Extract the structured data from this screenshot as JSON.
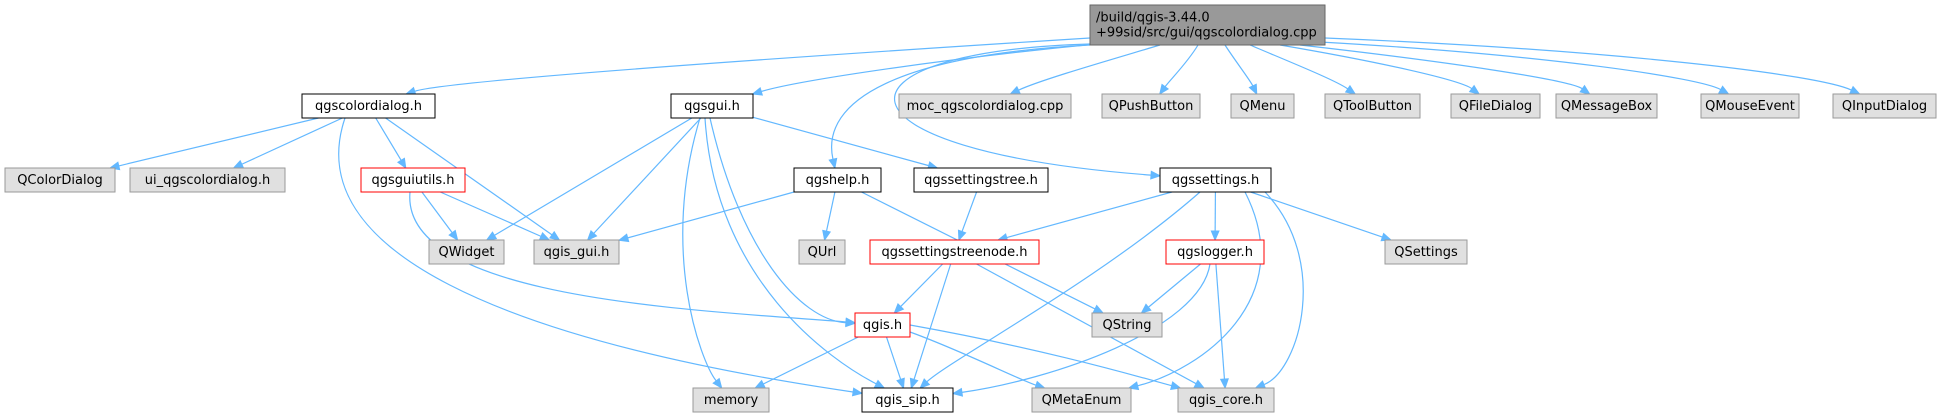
{
  "graph": {
    "root": "/build/qgis-3.44.0\n+99sid/src/gui/qgscolordialog.cpp",
    "colors": {
      "edge": "#63b8ff",
      "root_fill": "#999999",
      "normal_fill": "#ffffff",
      "normal_stroke": "#000000",
      "external_fill": "#e0e0e0",
      "external_stroke": "#999999",
      "truncated_stroke": "#ff0000"
    },
    "nodes": [
      {
        "id": "root",
        "label": "/build/qgis-3.44.0\n+99sid/src/gui/qgscolordialog.cpp",
        "kind": "root"
      },
      {
        "id": "qgscolordialog_h",
        "label": "qgscolordialog.h",
        "kind": "normal"
      },
      {
        "id": "qgsgui_h",
        "label": "qgsgui.h",
        "kind": "normal"
      },
      {
        "id": "moc_qgscolordialog_cpp",
        "label": "moc_qgscolordialog.cpp",
        "kind": "external"
      },
      {
        "id": "QPushButton",
        "label": "QPushButton",
        "kind": "external"
      },
      {
        "id": "QMenu",
        "label": "QMenu",
        "kind": "external"
      },
      {
        "id": "QToolButton",
        "label": "QToolButton",
        "kind": "external"
      },
      {
        "id": "QFileDialog",
        "label": "QFileDialog",
        "kind": "external"
      },
      {
        "id": "QMessageBox",
        "label": "QMessageBox",
        "kind": "external"
      },
      {
        "id": "QMouseEvent",
        "label": "QMouseEvent",
        "kind": "external"
      },
      {
        "id": "QInputDialog",
        "label": "QInputDialog",
        "kind": "external"
      },
      {
        "id": "QColorDialog",
        "label": "QColorDialog",
        "kind": "external"
      },
      {
        "id": "ui_qgscolordialog_h",
        "label": "ui_qgscolordialog.h",
        "kind": "external"
      },
      {
        "id": "qgsguiutils_h",
        "label": "qgsguiutils.h",
        "kind": "truncated"
      },
      {
        "id": "QWidget",
        "label": "QWidget",
        "kind": "external"
      },
      {
        "id": "qgis_gui_h",
        "label": "qgis_gui.h",
        "kind": "external"
      },
      {
        "id": "qgshelp_h",
        "label": "qgshelp.h",
        "kind": "normal"
      },
      {
        "id": "QUrl",
        "label": "QUrl",
        "kind": "external"
      },
      {
        "id": "qgssettingstree_h",
        "label": "qgssettingstree.h",
        "kind": "normal"
      },
      {
        "id": "qgssettingstreenode_h",
        "label": "qgssettingstreenode.h",
        "kind": "truncated"
      },
      {
        "id": "qgssettings_h",
        "label": "qgssettings.h",
        "kind": "normal"
      },
      {
        "id": "qgslogger_h",
        "label": "qgslogger.h",
        "kind": "truncated"
      },
      {
        "id": "QSettings",
        "label": "QSettings",
        "kind": "external"
      },
      {
        "id": "QString",
        "label": "QString",
        "kind": "external"
      },
      {
        "id": "qgis_h",
        "label": "qgis.h",
        "kind": "truncated"
      },
      {
        "id": "memory",
        "label": "memory",
        "kind": "external"
      },
      {
        "id": "qgis_sip_h",
        "label": "qgis_sip.h",
        "kind": "normal"
      },
      {
        "id": "QMetaEnum",
        "label": "QMetaEnum",
        "kind": "external"
      },
      {
        "id": "qgis_core_h",
        "label": "qgis_core.h",
        "kind": "external"
      }
    ],
    "edges": [
      {
        "from": "root",
        "to": "qgscolordialog_h"
      },
      {
        "from": "root",
        "to": "qgsgui_h"
      },
      {
        "from": "root",
        "to": "moc_qgscolordialog_cpp"
      },
      {
        "from": "root",
        "to": "QPushButton"
      },
      {
        "from": "root",
        "to": "QMenu"
      },
      {
        "from": "root",
        "to": "QToolButton"
      },
      {
        "from": "root",
        "to": "QFileDialog"
      },
      {
        "from": "root",
        "to": "QMessageBox"
      },
      {
        "from": "root",
        "to": "QMouseEvent"
      },
      {
        "from": "root",
        "to": "QInputDialog"
      },
      {
        "from": "root",
        "to": "qgshelp_h"
      },
      {
        "from": "root",
        "to": "qgssettings_h"
      },
      {
        "from": "qgscolordialog_h",
        "to": "QColorDialog"
      },
      {
        "from": "qgscolordialog_h",
        "to": "ui_qgscolordialog_h"
      },
      {
        "from": "qgscolordialog_h",
        "to": "qgsguiutils_h"
      },
      {
        "from": "qgscolordialog_h",
        "to": "qgis_gui_h"
      },
      {
        "from": "qgscolordialog_h",
        "to": "qgis_sip_h"
      },
      {
        "from": "qgsgui_h",
        "to": "QWidget"
      },
      {
        "from": "qgsgui_h",
        "to": "qgis_gui_h"
      },
      {
        "from": "qgsgui_h",
        "to": "qgssettingstree_h"
      },
      {
        "from": "qgsgui_h",
        "to": "qgis_h"
      },
      {
        "from": "qgsgui_h",
        "to": "memory"
      },
      {
        "from": "qgsgui_h",
        "to": "qgis_sip_h"
      },
      {
        "from": "qgsguiutils_h",
        "to": "QWidget"
      },
      {
        "from": "qgsguiutils_h",
        "to": "qgis_gui_h"
      },
      {
        "from": "qgsguiutils_h",
        "to": "qgis_h"
      },
      {
        "from": "qgshelp_h",
        "to": "qgis_gui_h"
      },
      {
        "from": "qgshelp_h",
        "to": "QUrl"
      },
      {
        "from": "qgshelp_h",
        "to": "QString"
      },
      {
        "from": "qgssettingstree_h",
        "to": "qgssettingstreenode_h"
      },
      {
        "from": "qgssettingstreenode_h",
        "to": "qgis_h"
      },
      {
        "from": "qgssettingstreenode_h",
        "to": "qgis_sip_h"
      },
      {
        "from": "qgssettingstreenode_h",
        "to": "qgis_core_h"
      },
      {
        "from": "qgssettings_h",
        "to": "qgssettingstreenode_h"
      },
      {
        "from": "qgssettings_h",
        "to": "qgslogger_h"
      },
      {
        "from": "qgssettings_h",
        "to": "QSettings"
      },
      {
        "from": "qgssettings_h",
        "to": "qgis_sip_h"
      },
      {
        "from": "qgssettings_h",
        "to": "QMetaEnum"
      },
      {
        "from": "qgssettings_h",
        "to": "qgis_core_h"
      },
      {
        "from": "qgslogger_h",
        "to": "QString"
      },
      {
        "from": "qgslogger_h",
        "to": "qgis_sip_h"
      },
      {
        "from": "qgslogger_h",
        "to": "qgis_core_h"
      },
      {
        "from": "qgis_h",
        "to": "memory"
      },
      {
        "from": "qgis_h",
        "to": "qgis_sip_h"
      },
      {
        "from": "qgis_h",
        "to": "QMetaEnum"
      },
      {
        "from": "qgis_h",
        "to": "qgis_core_h"
      }
    ]
  }
}
